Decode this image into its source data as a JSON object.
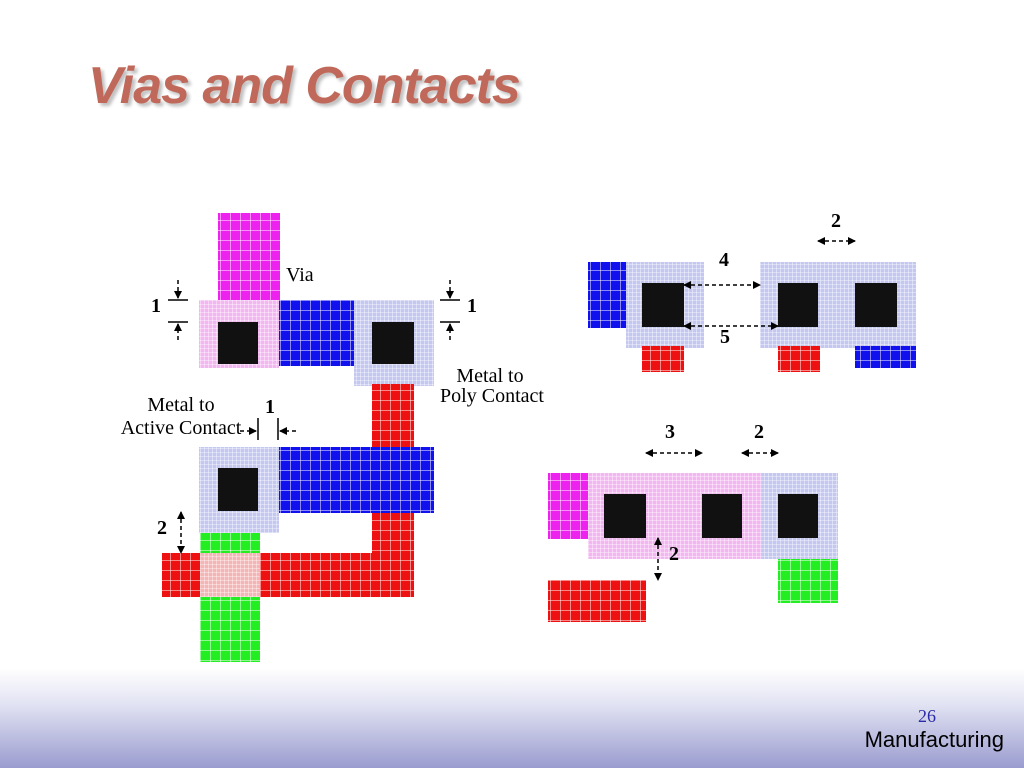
{
  "slide": {
    "title": "Vias and Contacts",
    "number": "26",
    "footer": "Manufacturing"
  },
  "labels": {
    "via": "Via",
    "metal_to_poly_1": "Metal to",
    "metal_to_poly_2": "Poly Contact",
    "metal_to_active_1": "Metal to",
    "metal_to_active_2": "Active Contact"
  },
  "dimensions": {
    "via_overlap_left": "1",
    "via_overlap_right": "1",
    "contact_overlap": "1",
    "active_extension": "2",
    "spacing_top": "2",
    "spacing_4": "4",
    "spacing_5": "5",
    "spacing_3": "3",
    "spacing_2b": "2",
    "spacing_2c": "2"
  },
  "layer_colors": {
    "metal2": "#ee22ee",
    "metal1": "#1111ee",
    "poly": "#ee1111",
    "active": "#22ee22",
    "contact": "#111111",
    "metal1_overlap": "#c4c7f0",
    "metal2_overlap": "#f2b7f0",
    "poly_active_overlap": "#f3b5b5"
  }
}
